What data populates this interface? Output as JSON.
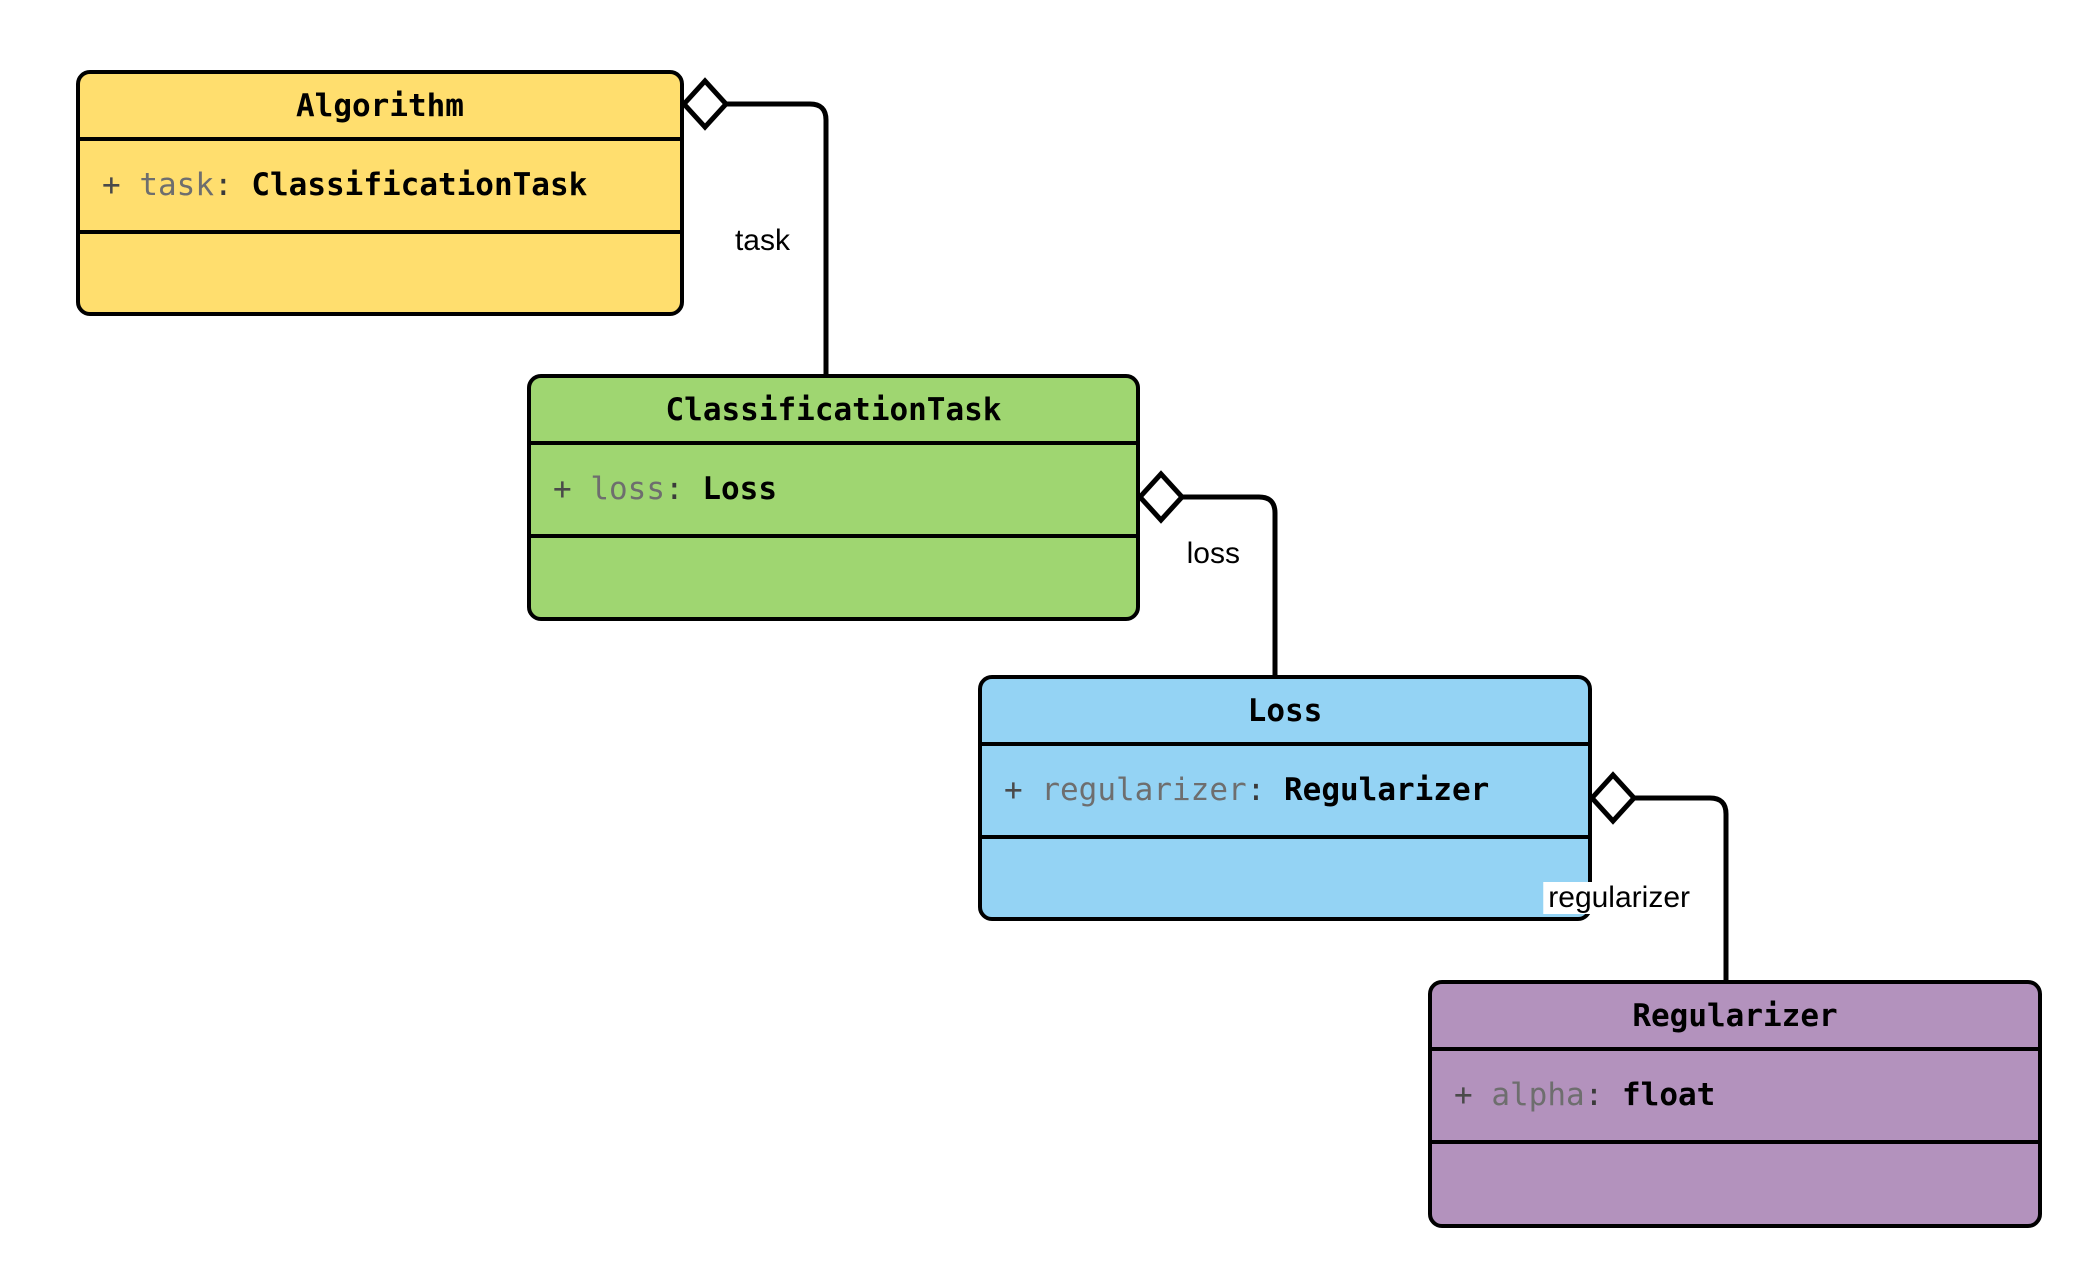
{
  "diagram": {
    "kind": "uml-class-diagram",
    "background": "#ffffff",
    "stroke": "#000000"
  },
  "classes": [
    {
      "id": "algorithm",
      "name": "Algorithm",
      "fill": "#FFDE6E",
      "attributes": [
        {
          "visibility": "+",
          "name": "task",
          "separator": ":",
          "type": "ClassificationTask"
        }
      ],
      "methods": []
    },
    {
      "id": "classificationtask",
      "name": "ClassificationTask",
      "fill": "#9FD671",
      "attributes": [
        {
          "visibility": "+",
          "name": "loss",
          "separator": ":",
          "type": "Loss"
        }
      ],
      "methods": []
    },
    {
      "id": "loss",
      "name": "Loss",
      "fill": "#94D3F4",
      "attributes": [
        {
          "visibility": "+",
          "name": "regularizer",
          "separator": ":",
          "type": "Regularizer"
        }
      ],
      "methods": []
    },
    {
      "id": "regularizer",
      "name": "Regularizer",
      "fill": "#B392BD",
      "attributes": [
        {
          "visibility": "+",
          "name": "alpha",
          "separator": ":",
          "type": "float"
        }
      ],
      "methods": []
    }
  ],
  "relationships": [
    {
      "id": "algorithm-task",
      "type": "aggregation",
      "from": "Algorithm",
      "to": "ClassificationTask",
      "label": "task",
      "marker": "open-diamond"
    },
    {
      "id": "classificationtask-loss",
      "type": "aggregation",
      "from": "ClassificationTask",
      "to": "Loss",
      "label": "loss",
      "marker": "open-diamond"
    },
    {
      "id": "loss-regularizer",
      "type": "aggregation",
      "from": "Loss",
      "to": "Regularizer",
      "label": "regularizer",
      "marker": "open-diamond"
    }
  ]
}
